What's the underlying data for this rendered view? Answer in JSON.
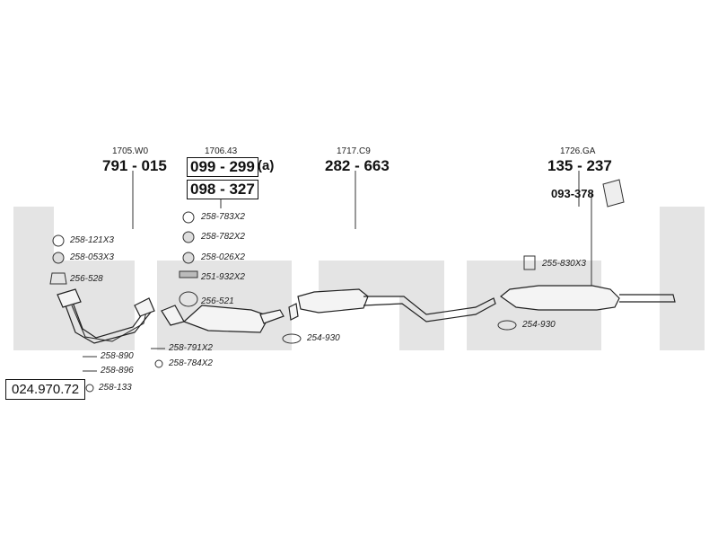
{
  "colors": {
    "watermark": "#e4e4e4",
    "line": "#333333",
    "part_fill": "#f4f4f4"
  },
  "set_number": "024.970.72",
  "groups": [
    {
      "ref": "1705.W0",
      "parts": [
        "791 - 015"
      ]
    },
    {
      "ref": "1706.43",
      "parts": [
        "099 - 299",
        "098 - 327"
      ],
      "suffix": "(a)"
    },
    {
      "ref": "1717.C9",
      "parts": [
        "282 - 663"
      ]
    },
    {
      "ref": "1726.GA",
      "parts": [
        "135 - 237"
      ],
      "extra": "093-378"
    }
  ],
  "hardware": [
    {
      "id": "h1",
      "label": "258-121X3",
      "icon": "ring-icon"
    },
    {
      "id": "h2",
      "label": "258-053X3",
      "icon": "nut-icon"
    },
    {
      "id": "h3",
      "label": "256-528",
      "icon": "gasket-icon"
    },
    {
      "id": "h4",
      "label": "258-890",
      "icon": "bolt-icon"
    },
    {
      "id": "h5",
      "label": "258-896",
      "icon": "bolt-icon"
    },
    {
      "id": "h6",
      "label": "258-133",
      "icon": "washer-icon"
    },
    {
      "id": "h7",
      "label": "258-783X2",
      "icon": "ring-icon"
    },
    {
      "id": "h8",
      "label": "258-782X2",
      "icon": "spring-nut-icon"
    },
    {
      "id": "h9",
      "label": "258-026X2",
      "icon": "nut-icon"
    },
    {
      "id": "h10",
      "label": "251-932X2",
      "icon": "spring-icon"
    },
    {
      "id": "h11",
      "label": "256-521",
      "icon": "gasket-icon"
    },
    {
      "id": "h12",
      "label": "258-791X2",
      "icon": "bolt-icon"
    },
    {
      "id": "h13",
      "label": "258-784X2",
      "icon": "washer-icon"
    },
    {
      "id": "h14",
      "label": "254-930",
      "icon": "clamp-icon"
    },
    {
      "id": "h15",
      "label": "255-830X3",
      "icon": "hanger-icon"
    },
    {
      "id": "h16",
      "label": "254-930",
      "icon": "clamp-icon"
    }
  ]
}
